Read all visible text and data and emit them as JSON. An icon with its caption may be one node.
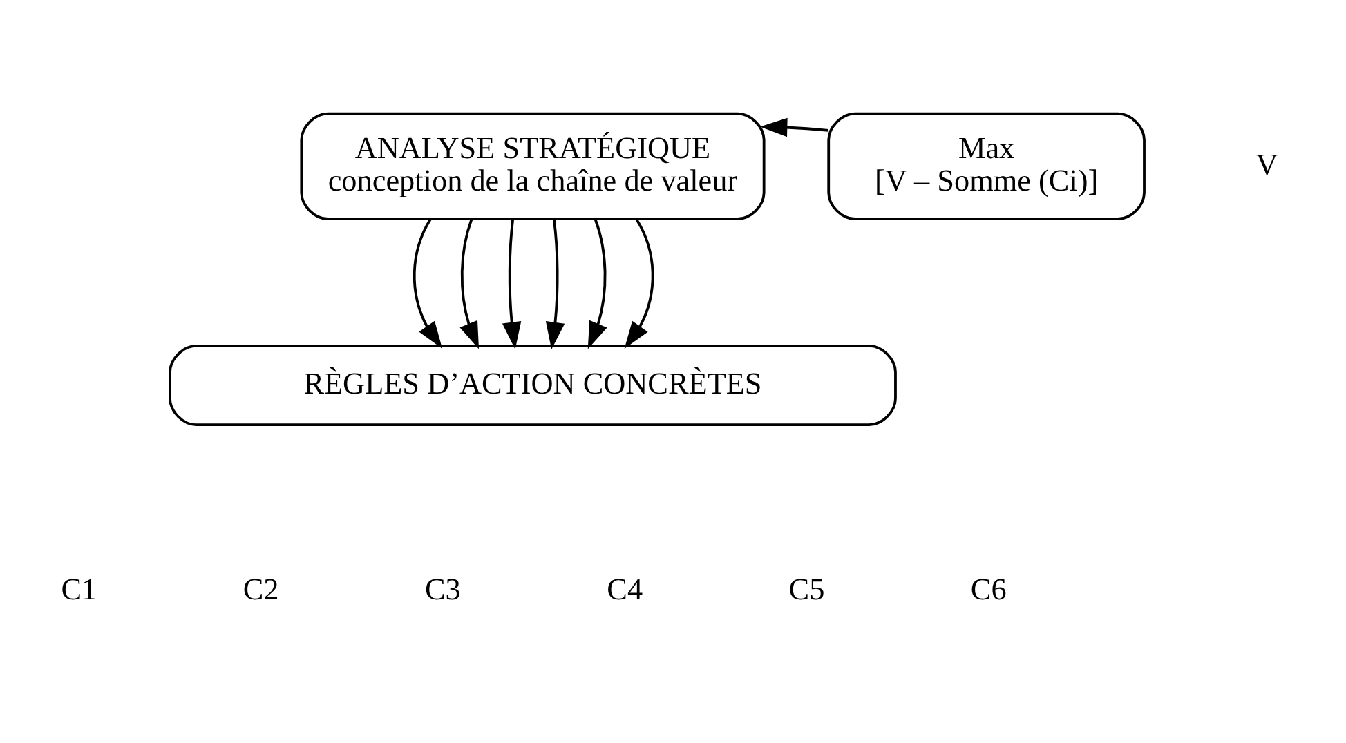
{
  "diagram": {
    "nodes": [
      {
        "text": [
          "ANALYSE STRATÉGIQUE",
          "conception de la chaîne de valeur"
        ]
      },
      {
        "text": [
          "Max",
          "[V – Somme (Ci)]"
        ]
      },
      {
        "text": [
          "RÈGLES D’ACTION CONCRÈTES"
        ]
      }
    ],
    "edges": [
      {
        "from": 1,
        "to": 0,
        "arrow": "to"
      },
      {
        "from": 0,
        "to": 2,
        "arrow": "to"
      },
      {
        "from": 0,
        "to": 2,
        "arrow": "to"
      },
      {
        "from": 0,
        "to": 2,
        "arrow": "to"
      },
      {
        "from": 0,
        "to": 2,
        "arrow": "to"
      },
      {
        "from": 0,
        "to": 2,
        "arrow": "to"
      },
      {
        "from": 0,
        "to": 2,
        "arrow": "to"
      }
    ],
    "labels": [
      "V",
      "C1",
      "C2",
      "C3",
      "C4",
      "C5",
      "C6"
    ]
  }
}
